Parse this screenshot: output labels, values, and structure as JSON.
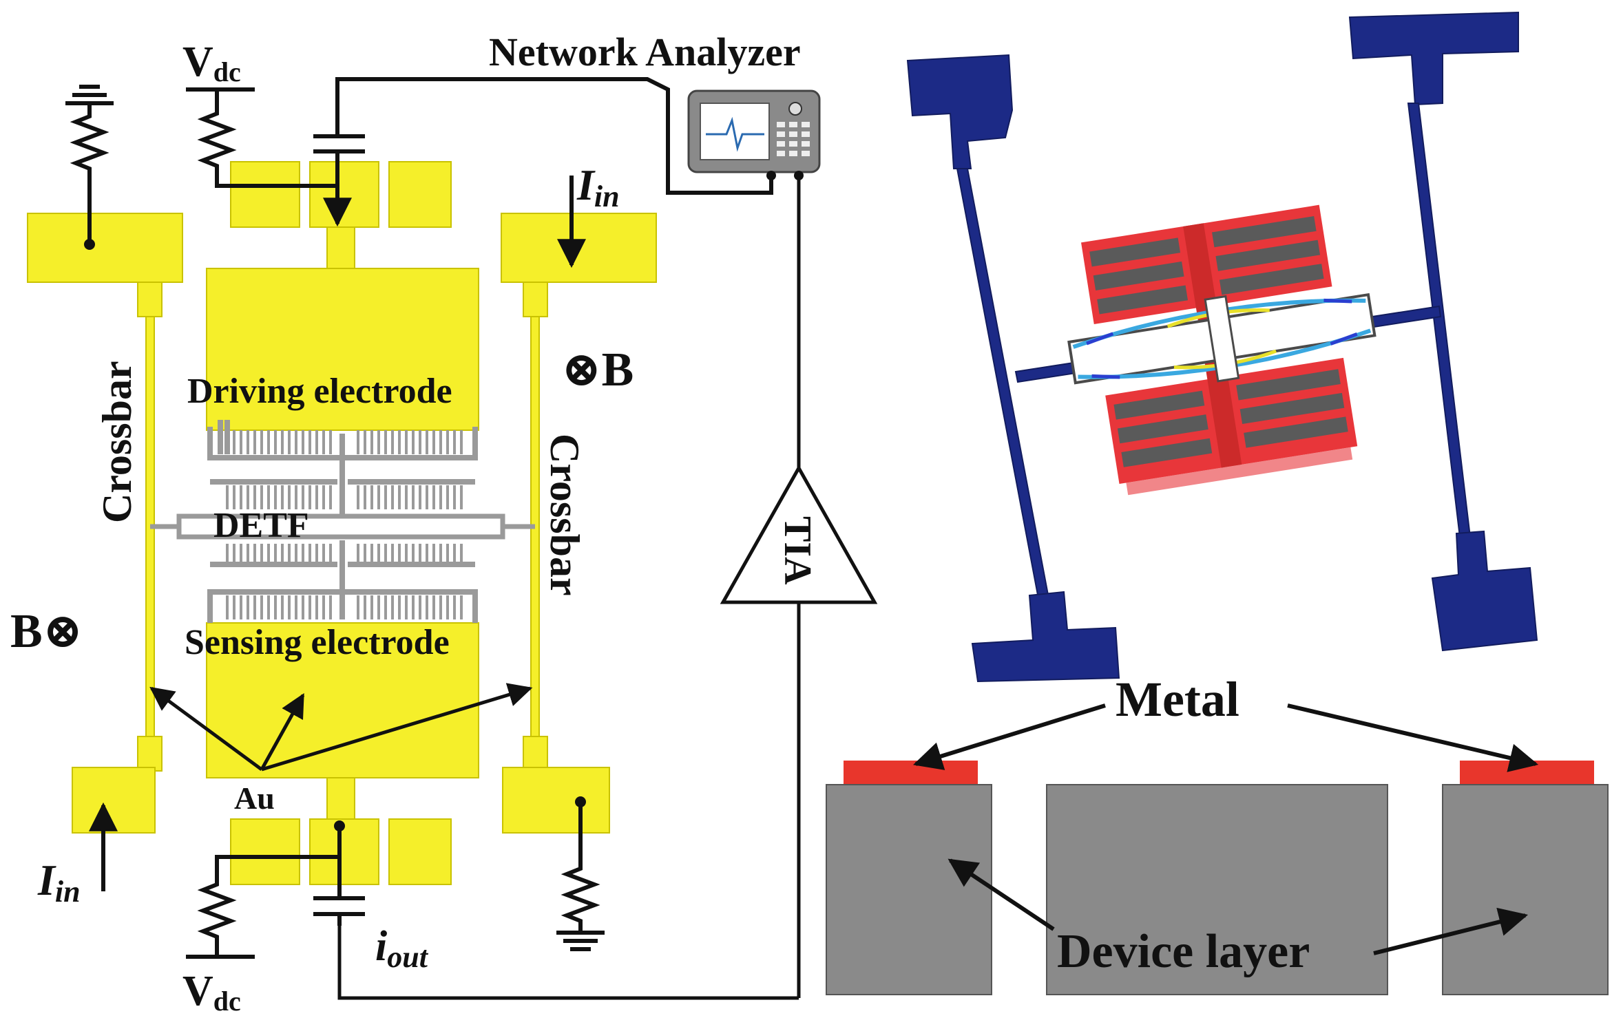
{
  "labels": {
    "network_analyzer": "Network Analyzer",
    "vdc_top_main": "V",
    "vdc_top_sub": "dc",
    "vdc_bottom_main": "V",
    "vdc_bottom_sub": "dc",
    "iin_right_main": "I",
    "iin_right_sub": "in",
    "iin_left_main": "I",
    "iin_left_sub": "in",
    "iout_main": "i",
    "iout_sub": "out",
    "crossbar_left": "Crossbar",
    "crossbar_right": "Crossbar",
    "b_right": "⊗B",
    "b_left": "B⊗",
    "driving_electrode": "Driving electrode",
    "sensing_electrode": "Sensing electrode",
    "detf": "DETF",
    "au": "Au",
    "tia": "TIA",
    "metal": "Metal",
    "device_layer": "Device layer"
  },
  "colors": {
    "gold": "#f5ef2a",
    "gray_structure": "#9a9a9a",
    "navy": "#1c2a86",
    "metal_red": "#e8362c",
    "device_gray": "#8a8a8a",
    "wire": "#111111"
  }
}
